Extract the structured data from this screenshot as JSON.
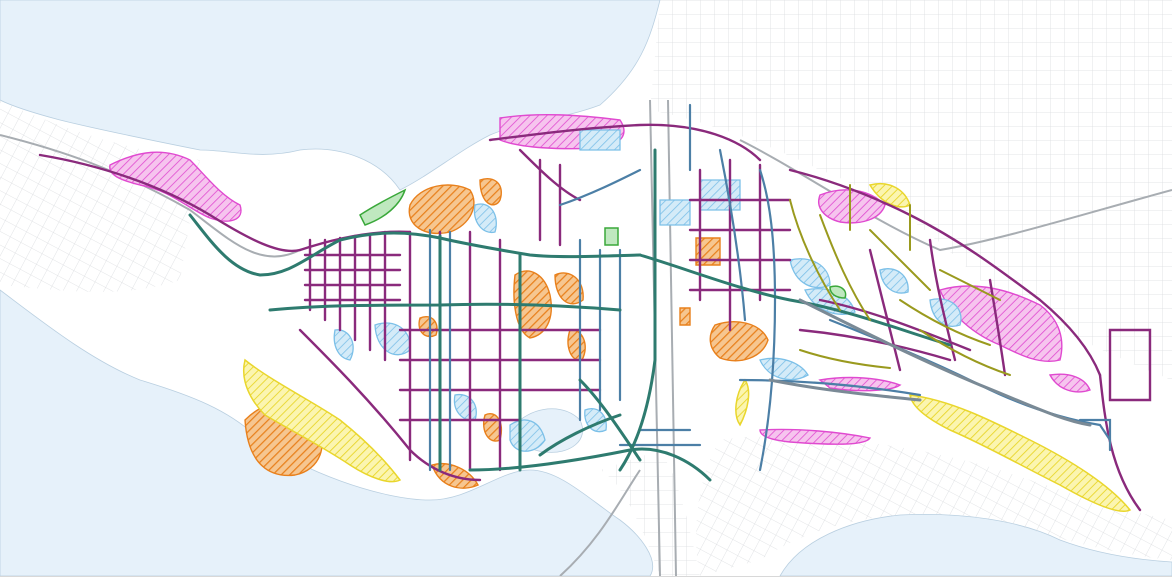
{
  "map": {
    "type": "city street maintenance zone map",
    "text_labels": [],
    "colors": {
      "water": "#e6f1fa",
      "land": "#ffffff",
      "base_streets": "#c9cdd1",
      "main_roads_teal": "#2e7b6f",
      "streets_purple": "#8a2a7c",
      "streets_blue": "#4c7fa6",
      "zone_magenta": "#e04ad0",
      "zone_orange": "#e8801c",
      "zone_light_blue": "#7cc0e8",
      "zone_yellow": "#f2e64a",
      "zone_olive": "#9a9a1e",
      "zone_green": "#3aa83a"
    },
    "zone_categories": [
      "magenta",
      "orange",
      "light-blue",
      "yellow",
      "olive",
      "green"
    ]
  }
}
